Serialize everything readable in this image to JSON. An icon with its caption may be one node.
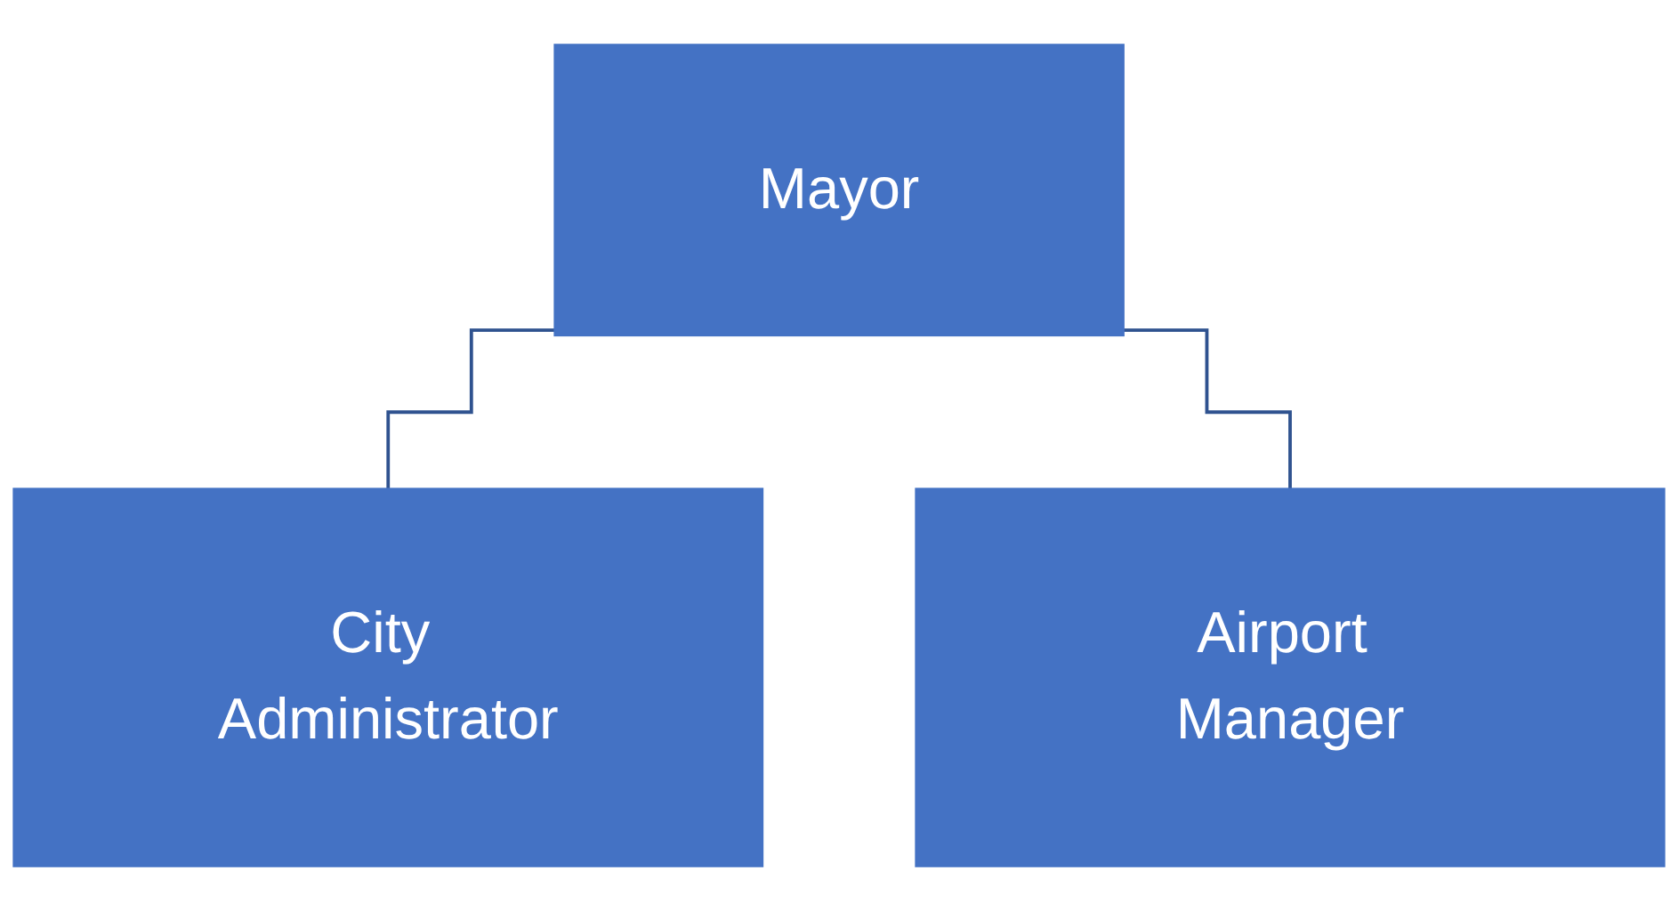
{
  "diagram": {
    "nodes": [
      {
        "text": [
          "Mayor"
        ]
      },
      {
        "text": [
          "City Administrator"
        ]
      },
      {
        "text": [
          "Airport Manager"
        ]
      }
    ],
    "edges": [
      {
        "from": 0,
        "to": 1,
        "arrow": "none"
      },
      {
        "from": 0,
        "to": 2,
        "arrow": "none"
      }
    ]
  }
}
